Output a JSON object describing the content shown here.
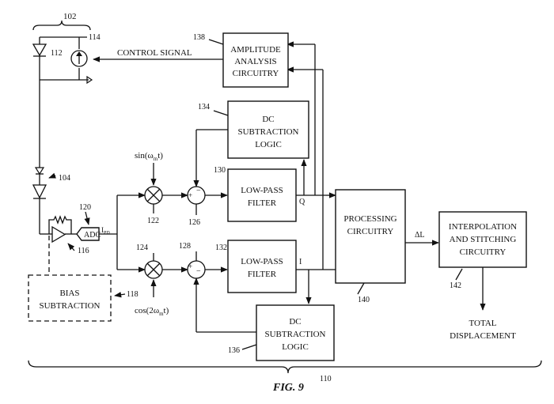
{
  "blocks": {
    "amplitude_analysis": [
      "AMPLITUDE",
      "ANALYSIS",
      "CIRCUITRY"
    ],
    "dc_subtraction_top": [
      "DC",
      "SUBTRACTION",
      "LOGIC"
    ],
    "lowpass_top": [
      "LOW-PASS",
      "FILTER"
    ],
    "lowpass_bottom": [
      "LOW-PASS",
      "FILTER"
    ],
    "dc_subtraction_bottom": [
      "DC",
      "SUBTRACTION",
      "LOGIC"
    ],
    "processing": [
      "PROCESSING",
      "CIRCUITRY"
    ],
    "interpolation": [
      "INTERPOLATION",
      "AND STITCHING",
      "CIRCUITRY"
    ],
    "bias_subtraction": [
      "BIAS",
      "SUBTRACTION"
    ],
    "adc": "ADC"
  },
  "labels": {
    "control_signal": "CONTROL SIGNAL",
    "sin_mixer": "sin(ω",
    "sin_mixer_sub": "m",
    "sin_mixer_tail": "t)",
    "cos_mixer": "cos(2ω",
    "cos_mixer_sub": "m",
    "cos_mixer_tail": "t)",
    "i_pd": "I",
    "i_pd_sub": "PD",
    "q_signal": "Q",
    "i_signal": "I",
    "delta_l": "ΔL",
    "total_displacement": [
      "TOTAL",
      "DISPLACEMENT"
    ],
    "figure_title": "FIG. 9",
    "plus_top": "+",
    "minus_top": "−",
    "plus_bottom": "+",
    "minus_bottom": "−"
  },
  "refs": {
    "r102": "102",
    "r104": "104",
    "r110": "110",
    "r112": "112",
    "r114": "114",
    "r116": "116",
    "r118": "118",
    "r120": "120",
    "r122": "122",
    "r124": "124",
    "r126": "126",
    "r128": "128",
    "r130": "130",
    "r132": "132",
    "r134": "134",
    "r136": "136",
    "r138": "138",
    "r140": "140",
    "r142": "142"
  }
}
